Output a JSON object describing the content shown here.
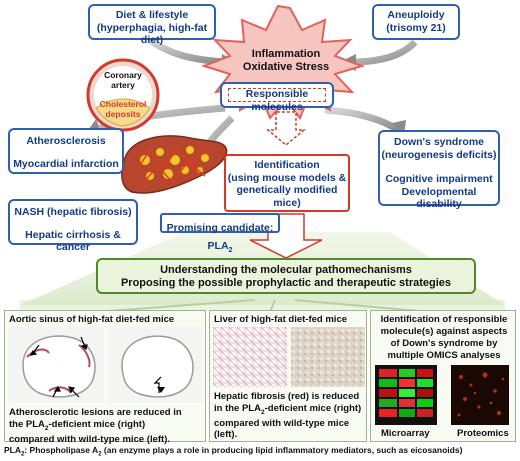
{
  "top_left": {
    "line1": "Diet & lifestyle",
    "line2": "(hyperphagia, high-fat diet)"
  },
  "top_right": {
    "line1": "Aneuploidy",
    "line2": "(trisomy 21)"
  },
  "burst": {
    "line1": "Inflammation",
    "line2": "Oxidative Stress"
  },
  "responsible": {
    "label": "Responsible molecules"
  },
  "artery": {
    "title_line1": "Coronary",
    "title_line2": "artery",
    "deposit_line1": "Cholesterol",
    "deposit_line2": "deposits"
  },
  "athero": {
    "line1": "Atherosclerosis",
    "line2": "Myocardial infarction"
  },
  "nash": {
    "line1": "NASH (hepatic fibrosis)",
    "line2": "Hepatic cirrhosis & cancer"
  },
  "downs": {
    "line1": "Down's syndrome",
    "line2": "(neurogenesis deficits)",
    "line3": "Cognitive impairment",
    "line4": "Developmental disability"
  },
  "identification": {
    "line1": "Identification",
    "line2": "(using mouse models &",
    "line3": "genetically modified mice)"
  },
  "candidate": {
    "prefix": "Promising candidate: PLA",
    "sub": "2"
  },
  "understanding": {
    "line1": "Understanding the molecular pathomechanisms",
    "line2": "Proposing the possible prophylactic and therapeutic strategies"
  },
  "panel1": {
    "title": "Aortic sinus of high-fat diet-fed mice",
    "text_line1": "Atherosclerotic lesions are reduced in",
    "text_line2a": "the PLA",
    "text_line2sub": "2",
    "text_line2b": "-deficient mice (right)",
    "text_line3": "compared with wild-type mice (left)."
  },
  "panel2": {
    "title": "Liver of high-fat diet-fed mice",
    "text_line1": "Hepatic fibrosis (red) is reduced",
    "text_line2a": "in the PLA",
    "text_line2sub": "2",
    "text_line2b": "-deficient mice (right)",
    "text_line3": "compared with wild-type mice",
    "text_line4": "(left)."
  },
  "panel3": {
    "title_line1": "Identification of responsible",
    "title_line2": "molecule(s) against aspects",
    "title_line3": "of Down's syndrome by",
    "title_line4": "multiple OMICS analyses",
    "label_microarray": "Microarray",
    "label_proteomics": "Proteomics"
  },
  "footnote": {
    "a": "PLA",
    "a_sub": "2",
    "b": ": Phospholipase A",
    "b_sub": "2",
    "c": " (an enzyme plays a role in producing lipid inflammatory mediators, such as eicosanoids)"
  },
  "colors": {
    "blue": "#2e5fb0",
    "red": "#d23a2a",
    "green": "#4f8a2a",
    "burst": "#f7c5c0"
  }
}
